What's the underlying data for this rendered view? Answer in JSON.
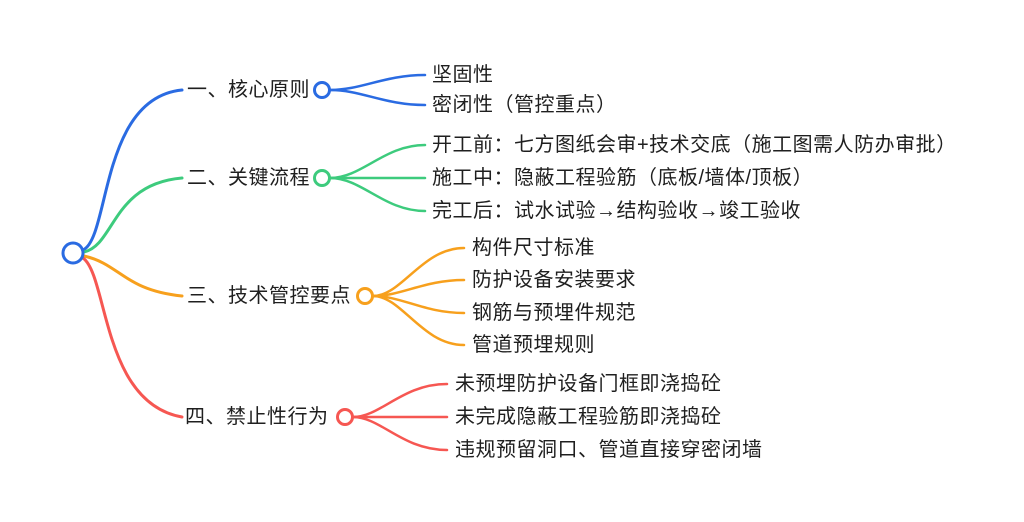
{
  "canvas": {
    "background": "#ffffff"
  },
  "colors": {
    "branch1": "#2a6be2",
    "branch2": "#3dcb7d",
    "branch3": "#f7a01d",
    "branch4": "#f65752",
    "text": "#1f1f1f",
    "root_circle": "#2a6be2"
  },
  "root": {
    "type": "root-node-circle"
  },
  "branches": [
    {
      "label": "一、核心原则",
      "color": "#2a6be2",
      "leaves": [
        {
          "text": "坚固性"
        },
        {
          "text": "密闭性（管控重点）"
        }
      ]
    },
    {
      "label": "二、关键流程",
      "color": "#3dcb7d",
      "leaves": [
        {
          "text": "开工前：七方图纸会审+技术交底（施工图需人防办审批）"
        },
        {
          "text": "施工中：隐蔽工程验筋（底板/墙体/顶板）"
        },
        {
          "text": "完工后：试水试验→结构验收→竣工验收"
        }
      ]
    },
    {
      "label": "三、技术管控要点",
      "color": "#f7a01d",
      "leaves": [
        {
          "text": "构件尺寸标准"
        },
        {
          "text": "防护设备安装要求"
        },
        {
          "text": "钢筋与预埋件规范"
        },
        {
          "text": "管道预埋规则"
        }
      ]
    },
    {
      "label": "四、禁止性行为",
      "color": "#f65752",
      "leaves": [
        {
          "text": "未预埋防护设备门框即浇捣砼"
        },
        {
          "text": "未完成隐蔽工程验筋即浇捣砼"
        },
        {
          "text": "违规预留洞口、管道直接穿密闭墙"
        }
      ]
    }
  ]
}
